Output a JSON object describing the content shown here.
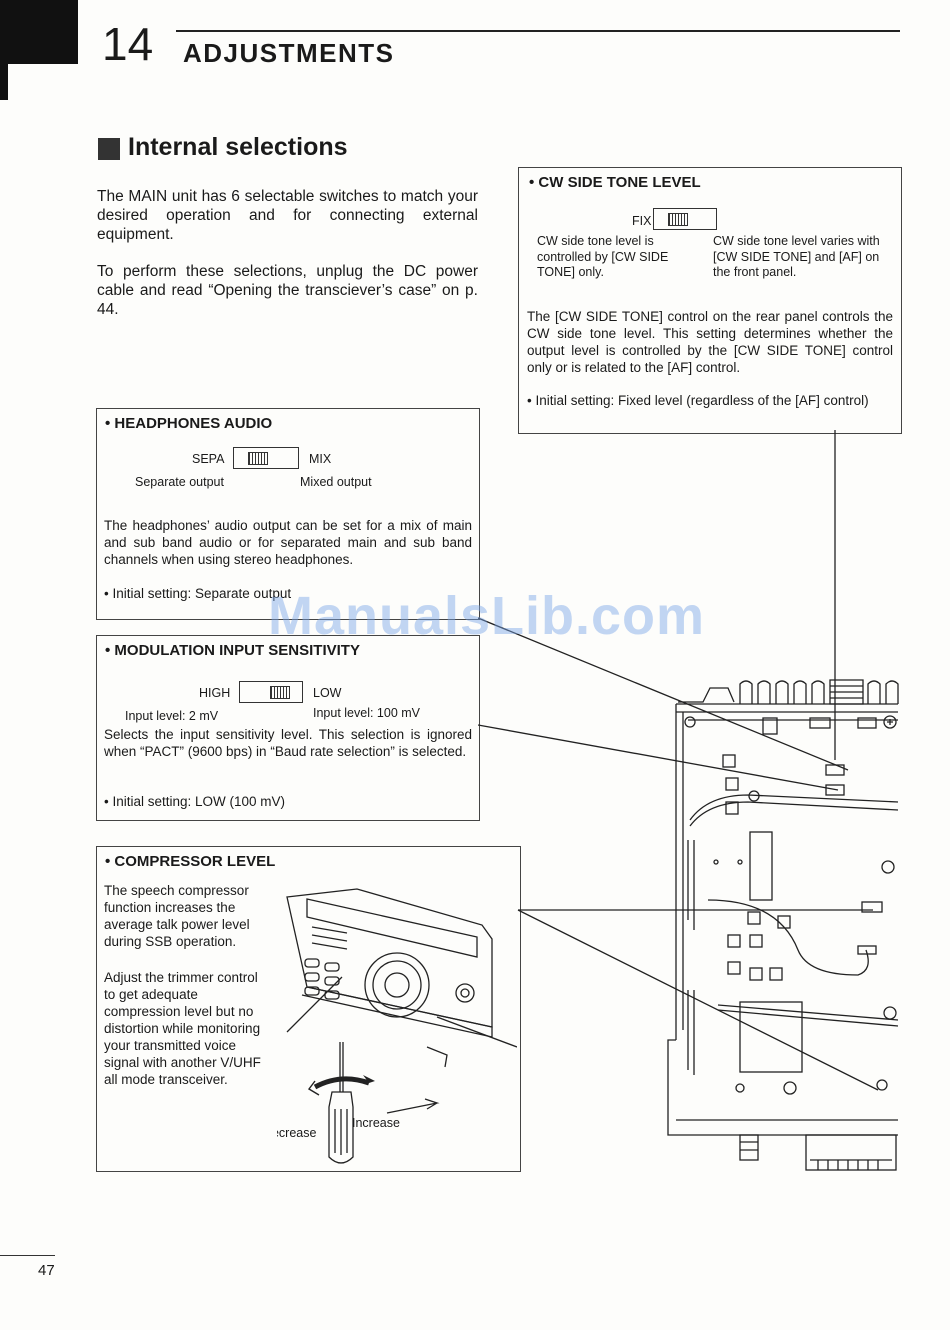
{
  "header": {
    "chapter_number": "14",
    "chapter_title": "ADJUSTMENTS"
  },
  "section_title": "Internal selections",
  "intro": {
    "para1": "The MAIN unit has 6 selectable switches to match your desired operation and for connecting external equipment.",
    "para2": "To perform these selections, unplug the DC power cable and read “Opening the transciever’s case” on p. 44."
  },
  "cw_side_tone": {
    "heading": "• CW SIDE TONE LEVEL",
    "switch_label": "FIX",
    "left_caption": "CW side tone level is controlled by [CW SIDE TONE] only.",
    "right_caption": "CW side tone level varies with [CW SIDE TONE] and [AF] on the front panel.",
    "description": "The [CW SIDE TONE] control on the rear panel controls the CW side tone level. This setting determines whether the output level is controlled by the [CW SIDE TONE] control only or is related to the [AF] control.",
    "initial": "• Initial setting: Fixed level (regardless of the [AF] control)"
  },
  "headphones": {
    "heading": "• HEADPHONES AUDIO",
    "left_label": "SEPA",
    "right_label": "MIX",
    "left_caption": "Separate output",
    "right_caption": "Mixed output",
    "description": "The headphones’ audio output can be set for a mix of main and sub band audio or for separated main and sub band channels when using stereo headphones.",
    "initial": "• Initial setting: Separate output"
  },
  "modulation": {
    "heading": "• MODULATION INPUT SENSITIVITY",
    "left_label": "HIGH",
    "right_label": "LOW",
    "left_caption": "Input level: 2 mV",
    "right_caption": "Input level: 100 mV",
    "description": "Selects the input sensitivity level. This selection is ignored when “PACT” (9600 bps) in “Baud rate selection” is selected.",
    "initial": "• Initial setting: LOW (100 mV)"
  },
  "compressor": {
    "heading": "• COMPRESSOR LEVEL",
    "para1": "The speech compressor function increases the average talk power level during SSB operation.",
    "para2": "Adjust the trimmer control to get adequate compression level but no distortion while monitoring your transmitted voice signal with another V/UHF all mode transceiver.",
    "decrease_label": "decrease",
    "increase_label": "Increase"
  },
  "watermark": "ManualsLib.com",
  "page_number": "47"
}
